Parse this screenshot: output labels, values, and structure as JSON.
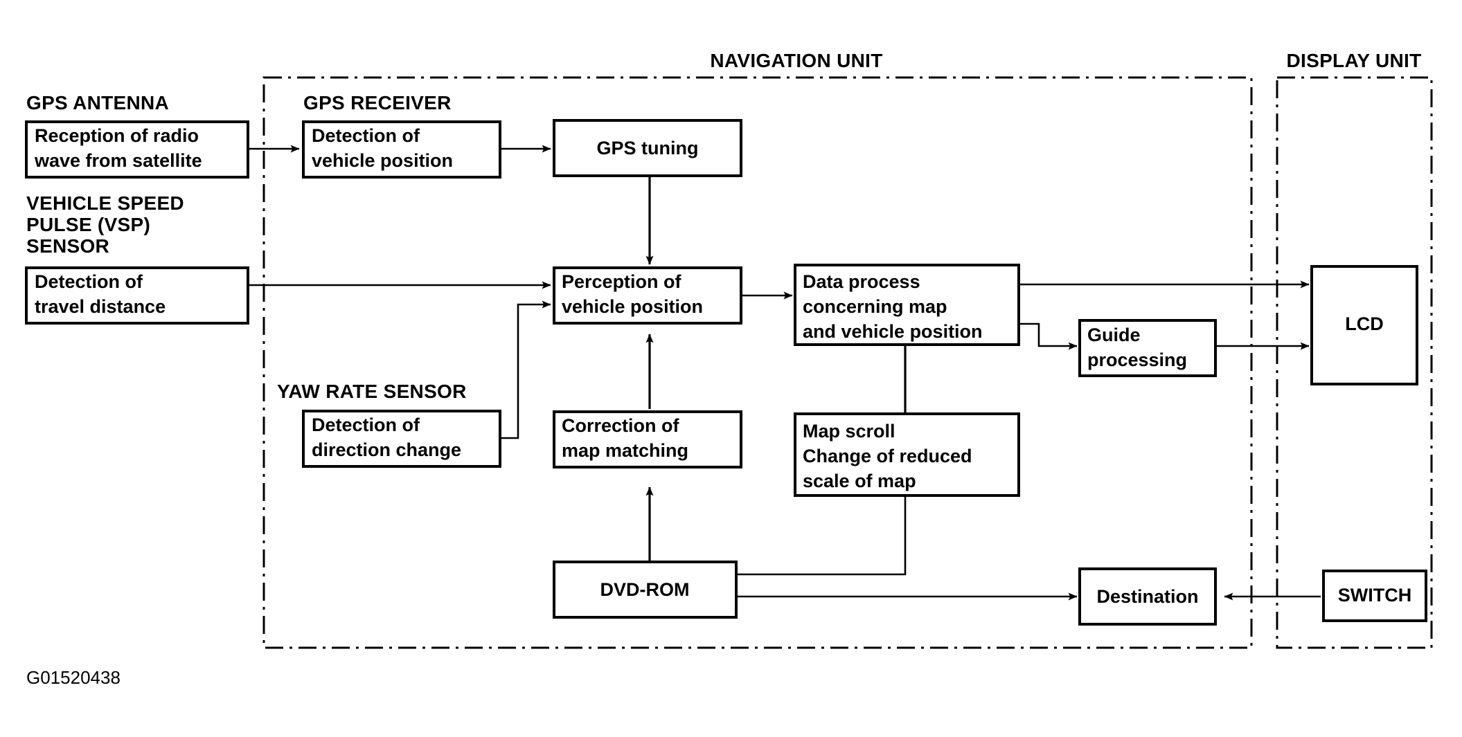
{
  "diagram": {
    "reference_code": "G01520438",
    "units": [
      {
        "id": "navigation-unit",
        "label": "NAVIGATION UNIT"
      },
      {
        "id": "display-unit",
        "label": "DISPLAY UNIT"
      }
    ],
    "group_labels": [
      {
        "id": "gps-antenna",
        "label": "GPS ANTENNA"
      },
      {
        "id": "vehicle-speed-pulse-sensor",
        "line1": "VEHICLE SPEED",
        "line2": "PULSE (VSP)",
        "line3": "SENSOR"
      },
      {
        "id": "gps-receiver",
        "label": "GPS RECEIVER"
      },
      {
        "id": "yaw-rate-sensor",
        "label": "YAW RATE SENSOR"
      }
    ],
    "boxes": [
      {
        "id": "reception-of-radio-wave",
        "line1": "Reception of radio",
        "line2": "wave from satellite"
      },
      {
        "id": "detection-of-vehicle-position",
        "line1": "Detection of",
        "line2": "vehicle position"
      },
      {
        "id": "gps-tuning",
        "line1": "GPS tuning"
      },
      {
        "id": "detection-of-travel-distance",
        "line1": "Detection of",
        "line2": "travel distance"
      },
      {
        "id": "detection-of-direction-change",
        "line1": "Detection of",
        "line2": "direction change"
      },
      {
        "id": "perception-of-vehicle-position",
        "line1": "Perception of",
        "line2": "vehicle position"
      },
      {
        "id": "correction-of-map-matching",
        "line1": "Correction of",
        "line2": "map matching"
      },
      {
        "id": "data-process-map-vehicle-position",
        "line1": "Data process",
        "line2": "concerning map",
        "line3": "and vehicle position"
      },
      {
        "id": "map-scroll-change-scale",
        "line1": "Map scroll",
        "line2": "Change of reduced",
        "line3": "scale of map"
      },
      {
        "id": "guide-processing",
        "line1": "Guide",
        "line2": "processing"
      },
      {
        "id": "dvd-rom",
        "line1": "DVD-ROM"
      },
      {
        "id": "destination",
        "line1": "Destination"
      },
      {
        "id": "lcd",
        "line1": "LCD"
      },
      {
        "id": "switch",
        "line1": "SWITCH"
      }
    ]
  }
}
